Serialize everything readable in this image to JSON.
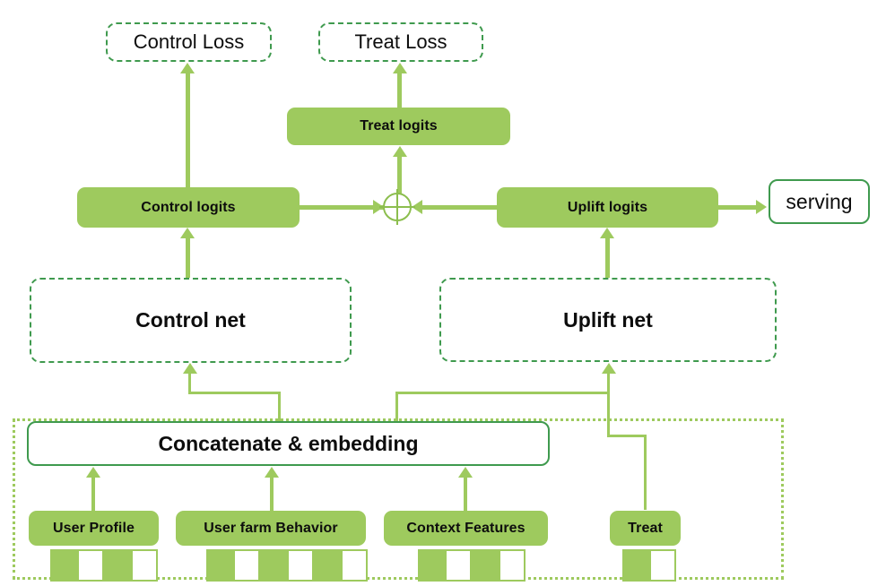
{
  "diagram": {
    "title": "Uplift modeling network architecture",
    "colors": {
      "fill_green": "#9ECA5E",
      "border_green": "#3F9A4E",
      "connector_green": "#9ECA5E",
      "text": "#0D0D0D",
      "background": "#FFFFFF"
    },
    "nodes": {
      "control_loss": "Control Loss",
      "treat_loss": "Treat Loss",
      "treat_logits": "Treat logits",
      "control_logits": "Control logits",
      "uplift_logits": "Uplift logits",
      "serving": "serving",
      "control_net": "Control net",
      "uplift_net": "Uplift net",
      "concatenate": "Concatenate & embedding",
      "user_profile": "User Profile",
      "user_farm_behavior": "User farm Behavior",
      "context_features": "Context Features",
      "treat": "Treat",
      "sum_operator": "plus-circle-operator"
    },
    "feature_strips": {
      "user_profile": [
        "on",
        "off",
        "on",
        "off"
      ],
      "user_farm_behavior": [
        "on",
        "off",
        "on",
        "off",
        "on",
        "off"
      ],
      "context_features": [
        "on",
        "off",
        "on",
        "off"
      ],
      "treat": [
        "on",
        "off"
      ]
    }
  }
}
